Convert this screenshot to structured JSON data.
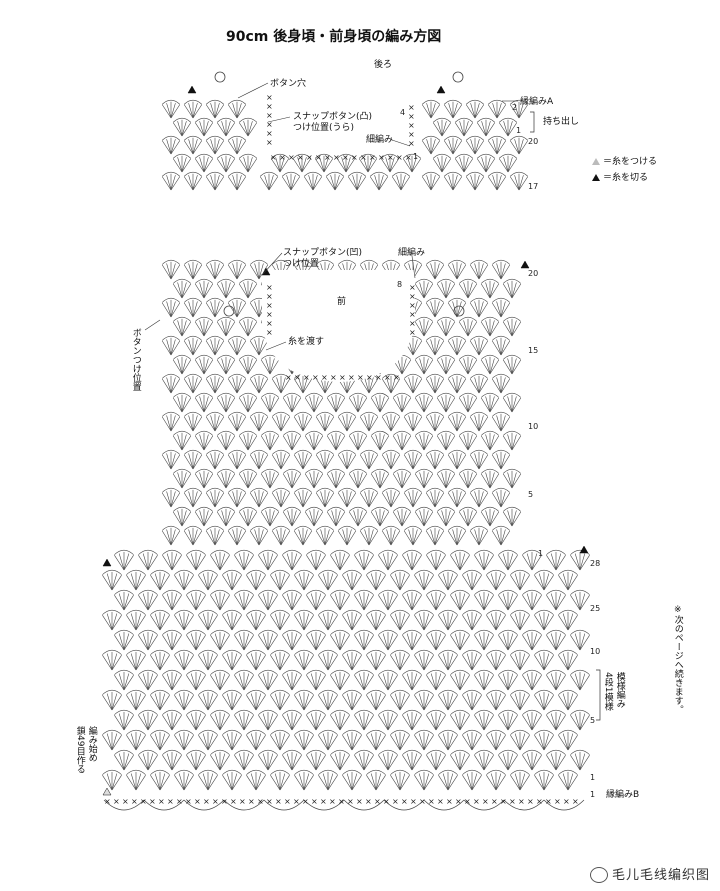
{
  "title": "90cm 後身頃・前身頃の編み方図",
  "labels": {
    "back": "後ろ",
    "front": "前",
    "button_hole": "ボタン穴",
    "snap_convex_1": "スナップボタン(凸)",
    "snap_convex_2": "つけ位置(うら)",
    "chain_edge_top": "細編み",
    "edge_a": "縁編みA",
    "pickup": "持ち出し",
    "snap_concave_1": "スナップボタン(凹)",
    "snap_concave_2": "つけ位置",
    "chain_edge_front": "細編み",
    "carry_yarn": "糸を渡す",
    "button_pos": "ボタンつけ位置",
    "pattern_note_1": "模様編み",
    "pattern_note_2": "4段1模様",
    "start_note_1": "編み始め",
    "start_note_2": "鎖49目作る",
    "edge_b": "縁編みB",
    "continue_note": "※次のページへ続きます。"
  },
  "legend": {
    "attach": "＝糸をつける",
    "cut": "＝糸を切る"
  },
  "row_numbers": {
    "top_block": [
      "4",
      "2",
      "1",
      "1",
      "20",
      "17"
    ],
    "front_block": [
      "8",
      "20",
      "15",
      "10",
      "5",
      "1"
    ],
    "lower_block": [
      "28",
      "25",
      "10",
      "5",
      "1",
      "1"
    ]
  },
  "watermark": "毛儿毛线编织图"
}
